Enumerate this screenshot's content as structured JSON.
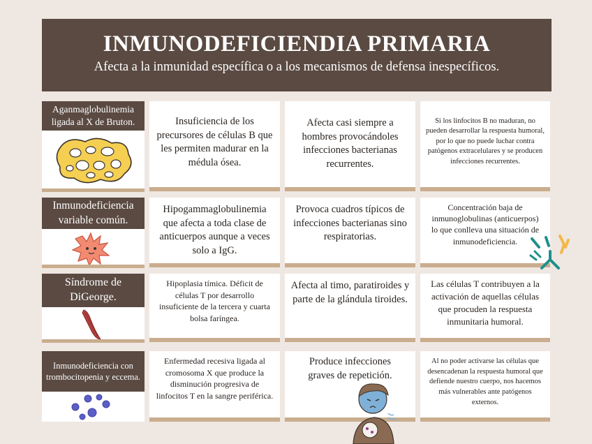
{
  "header": {
    "title": "INMUNODEFICIENDIA PRIMARIA",
    "subtitle": "Afecta a la inmunidad específica o a los mecanismos de defensa inespecíficos."
  },
  "rows": [
    {
      "label": "Aganmaglobulinemia ligada al X de Bruton.",
      "col1": "Insuficiencia de los precursores de células B que les permiten madurar en la médula ósea.",
      "col2": "Afecta casi siempre a hombres provocándoles infecciones bacterianas recurrentes.",
      "col3": "Si los linfocitos B no maduran, no pueden desarrollar la respuesta humoral, por lo que no puede luchar contra patógenos extracelulares y se producen infecciones recurrentes."
    },
    {
      "label": "Inmunodeficiencia variable común.",
      "col1": "Hipogammaglobulinemia que afecta a toda clase de anticuerpos aunque a veces solo a IgG.",
      "col2": "Provoca cuadros típicos de infecciones bacterianas sino respiratorias.",
      "col3": "Concentración baja de inmunoglobulinas (anticuerpos) lo que conlleva una situación de inmunodeficiencia."
    },
    {
      "label": "Síndrome de DiGeorge.",
      "col1": "Hipoplasia tímica. Déficit de células T por desarrollo insuficiente de la tercera y cuarta bolsa faríngea.",
      "col2": "Afecta al timo, paratiroides y parte de la glándula tiroides.",
      "col3": "Las células T contribuyen a la activación de aquellas células que procuden la respuesta inmunitaria humoral."
    },
    {
      "label": "Inmunodeficiencia con trombocitopenia y eccema.",
      "col1": "Enfermedad recesiva ligada al cromosoma X que produce la disminución progresiva de linfocitos T en la sangre periférica.",
      "col2": "Produce infecciones graves de repetición.",
      "col3": "Al no poder activarse las células que desencadenan la respuesta humoral que defiende nuestro cuerpo, nos hacemos más vulnerables ante patógenos externos."
    }
  ],
  "icons": {
    "row1": "bone-marrow-icon",
    "row2": "germ-icon",
    "row3": "muscle-fiber-icon",
    "row4": "virus-cluster-icon",
    "antibody": "antibody-icon",
    "sick_person": "sick-person-icon"
  },
  "colors": {
    "background": "#efe7e1",
    "header": "#5a4a42",
    "accent_bar": "#c9ad8e",
    "card": "#ffffff"
  }
}
